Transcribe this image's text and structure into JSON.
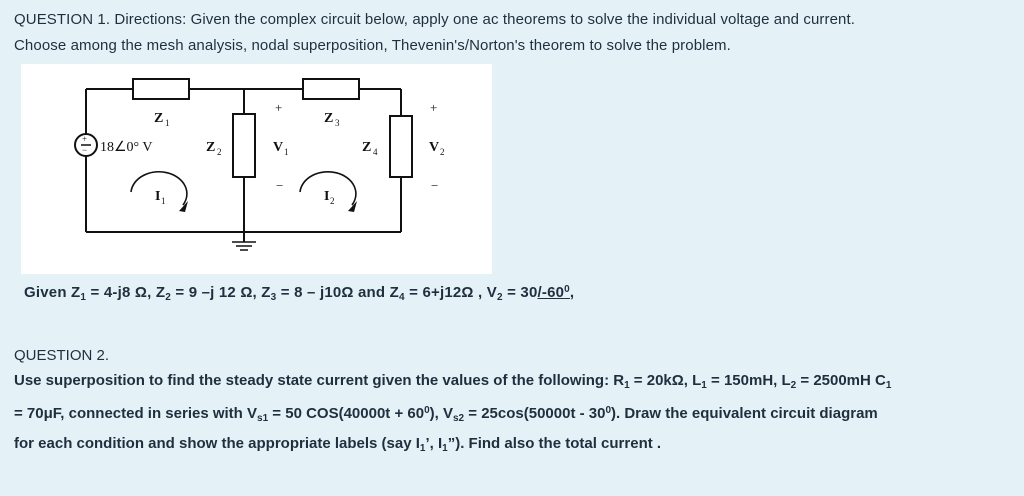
{
  "question1": {
    "line1": "QUESTION 1. Directions: Given the complex circuit below, apply one ac theorems to solve the individual voltage and current.",
    "line2": "Choose among the mesh analysis, nodal superposition, Thevenin's/Norton's theorem to solve the problem."
  },
  "circuit": {
    "z1": "Z",
    "z1_sub": "1",
    "z2": "Z",
    "z2_sub": "2",
    "z3": "Z",
    "z3_sub": "3",
    "z4": "Z",
    "z4_sub": "4",
    "v1": "V",
    "v1_sub": "1",
    "v2": "V",
    "v2_sub": "2",
    "i1": "I",
    "i1_sub": "1",
    "i2": "I",
    "i2_sub": "2",
    "source_label": "18∠0° V",
    "plus": "+",
    "minus": "−"
  },
  "given": {
    "p1": "Given Z",
    "s1": "1",
    "p2": " = 4-j8 Ω, Z",
    "s2": "2",
    "p3": " = 9 –j 12 Ω, Z",
    "s3": "3",
    "p4": " = 8 – j10Ω and Z",
    "s4": "4",
    "p5": " = 6+j12Ω , V",
    "s5": "2",
    "p6": " = 30",
    "angle": "/-60",
    "deg": "0",
    "tail": ","
  },
  "question2": {
    "title": "QUESTION 2.",
    "l1a": "Use superposition to find the steady state current given the values of the following: R",
    "l1s1": "1",
    "l1b": " = 20kΩ,  L",
    "l1s2": "1",
    "l1c": " = 150mH, L",
    "l1s3": "2",
    "l1d": " = 2500mH C",
    "l1s4": "1",
    "l2a": "= 70μF, connected in series with V",
    "l2s1": "s1",
    "l2b": " = 50 COS(40000t  + 60",
    "l2p1": "0",
    "l2c": "), V",
    "l2s2": "s2",
    "l2d": " = 25cos(50000t  - 30",
    "l2p2": "0",
    "l2e": "). Draw the equivalent circuit diagram",
    "l3a": "for each condition and show the appropriate labels (say I",
    "l3s1": "1",
    "l3b": "’, I",
    "l3s2": "1",
    "l3c": "”). Find also the total current ."
  }
}
